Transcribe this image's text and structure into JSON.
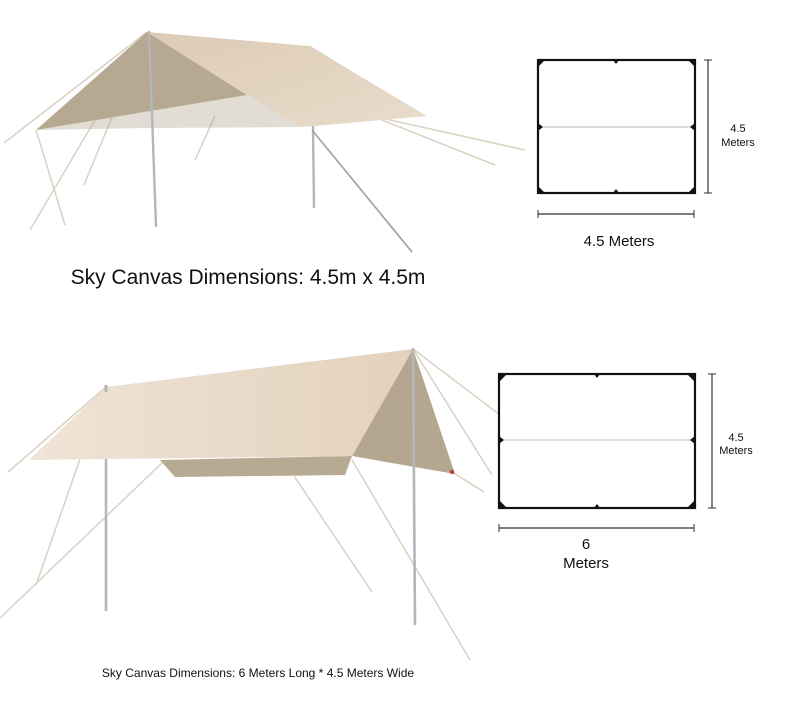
{
  "top": {
    "caption": "Sky Canvas Dimensions: 4.5m x 4.5m",
    "width_label": "4.5 Meters",
    "height_value": "4.5",
    "height_unit": "Meters"
  },
  "bottom": {
    "caption": "Sky Canvas Dimensions: 6 Meters Long * 4.5 Meters Wide",
    "width_value": "6",
    "width_unit": "Meters",
    "height_value": "4.5",
    "height_unit": "Meters"
  },
  "colors": {
    "canvas_top": "#e8d9c6",
    "canvas_side": "#b5a692",
    "pole": "#b8bcbf",
    "rope": "#d9d3c4",
    "outline": "#111111"
  }
}
